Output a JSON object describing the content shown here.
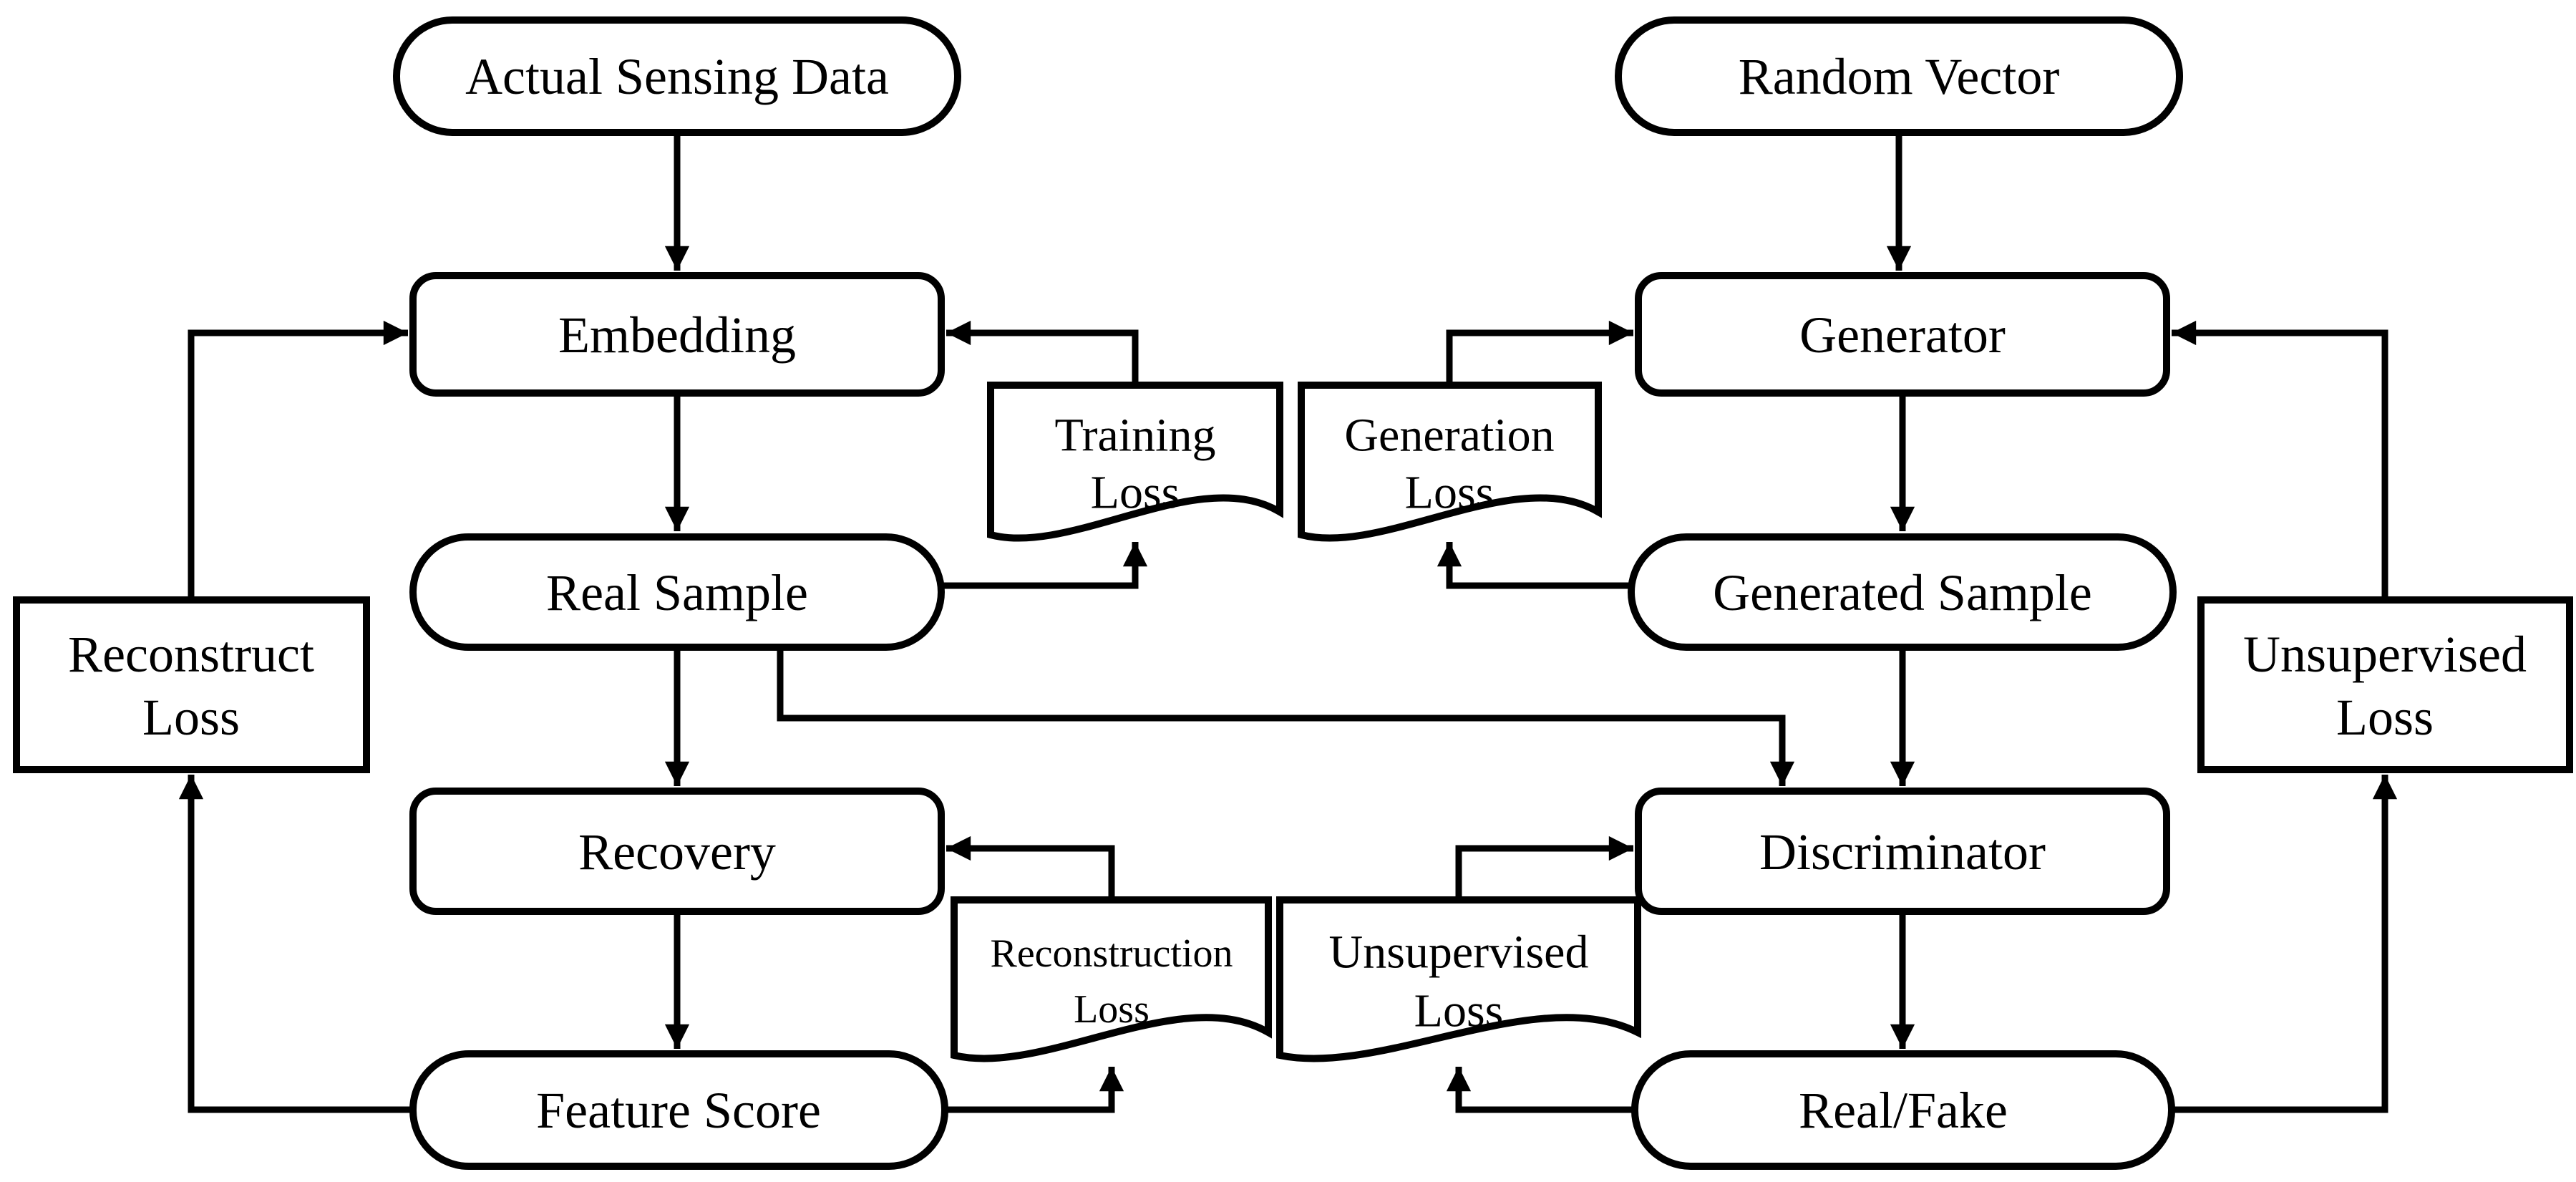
{
  "colors": {
    "stroke": "#000000",
    "fill": "#ffffff",
    "background": "#ffffff"
  },
  "nodes": {
    "actual_sensing_data": {
      "label": "Actual Sensing Data",
      "shape": "stadium"
    },
    "random_vector": {
      "label": "Random Vector",
      "shape": "stadium"
    },
    "embedding": {
      "label": "Embedding",
      "shape": "rounded-rect"
    },
    "generator": {
      "label": "Generator",
      "shape": "rounded-rect"
    },
    "training_loss": {
      "lines": [
        "Training",
        "Loss"
      ],
      "shape": "document"
    },
    "generation_loss": {
      "lines": [
        "Generation",
        "Loss"
      ],
      "shape": "document"
    },
    "real_sample": {
      "label": "Real Sample",
      "shape": "stadium"
    },
    "generated_sample": {
      "label": "Generated Sample",
      "shape": "stadium"
    },
    "reconstruct_loss": {
      "lines": [
        "Reconstruct",
        "Loss"
      ],
      "shape": "rect"
    },
    "unsupervised_loss_right": {
      "lines": [
        "Unsupervised",
        "Loss"
      ],
      "shape": "rect"
    },
    "recovery": {
      "label": "Recovery",
      "shape": "rounded-rect"
    },
    "discriminator": {
      "label": "Discriminator",
      "shape": "rounded-rect"
    },
    "reconstruction_loss": {
      "lines": [
        "Reconstruction",
        "Loss"
      ],
      "shape": "document"
    },
    "unsupervised_loss_mid": {
      "lines": [
        "Unsupervised",
        "Loss"
      ],
      "shape": "document"
    },
    "feature_score": {
      "label": "Feature Score",
      "shape": "stadium"
    },
    "real_fake": {
      "label": "Real/Fake",
      "shape": "stadium"
    }
  },
  "edges": [
    {
      "from": "actual_sensing_data",
      "to": "embedding"
    },
    {
      "from": "embedding",
      "to": "real_sample"
    },
    {
      "from": "real_sample",
      "to": "recovery"
    },
    {
      "from": "real_sample",
      "to": "discriminator"
    },
    {
      "from": "real_sample",
      "to": "training_loss"
    },
    {
      "from": "training_loss",
      "to": "embedding"
    },
    {
      "from": "reconstruct_loss",
      "to": "embedding"
    },
    {
      "from": "feature_score",
      "to": "reconstruct_loss"
    },
    {
      "from": "recovery",
      "to": "feature_score"
    },
    {
      "from": "feature_score",
      "to": "reconstruction_loss"
    },
    {
      "from": "reconstruction_loss",
      "to": "recovery"
    },
    {
      "from": "random_vector",
      "to": "generator"
    },
    {
      "from": "generator",
      "to": "generated_sample"
    },
    {
      "from": "generated_sample",
      "to": "discriminator"
    },
    {
      "from": "generated_sample",
      "to": "generation_loss"
    },
    {
      "from": "generation_loss",
      "to": "generator"
    },
    {
      "from": "unsupervised_loss_right",
      "to": "generator"
    },
    {
      "from": "real_fake",
      "to": "unsupervised_loss_right"
    },
    {
      "from": "discriminator",
      "to": "real_fake"
    },
    {
      "from": "real_fake",
      "to": "unsupervised_loss_mid"
    },
    {
      "from": "unsupervised_loss_mid",
      "to": "discriminator"
    }
  ]
}
